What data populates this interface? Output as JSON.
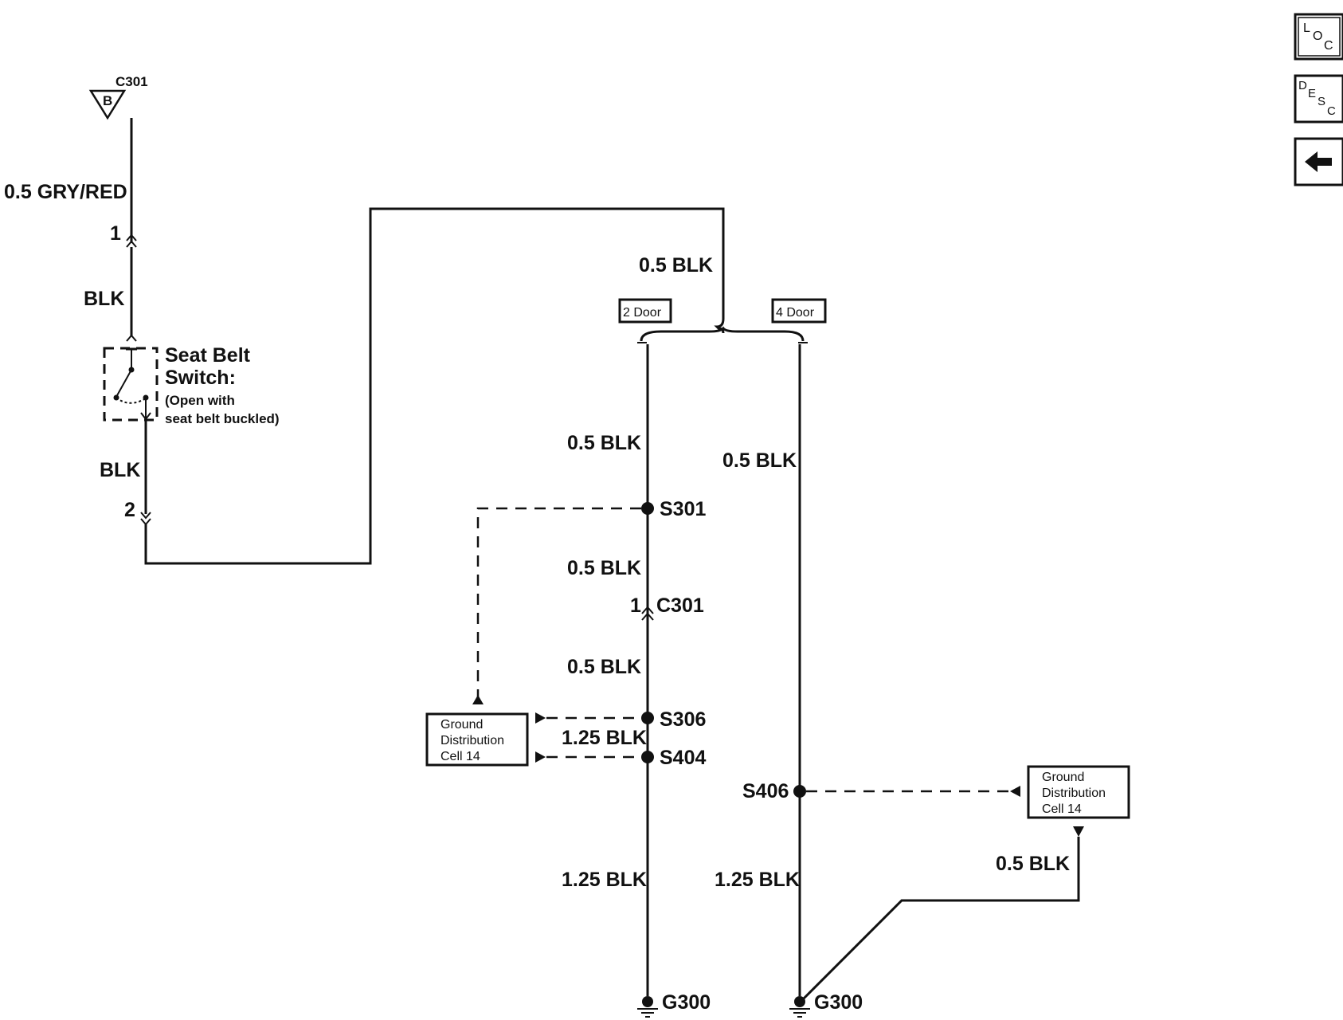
{
  "nav": {
    "loc": {
      "big": "L",
      "mid": "O",
      "low": "C"
    },
    "desc": {
      "big": "D",
      "mid": "E",
      "mid2": "S",
      "low": "C"
    },
    "back": "back-arrow-icon"
  },
  "labels": {
    "top_connector": "C301",
    "top_connector_pin": "B",
    "wire_gry_red": "0.5 GRY/RED",
    "pin1": "1",
    "blk1": "BLK",
    "seat_belt_1": "Seat Belt",
    "seat_belt_2": "Switch:",
    "seat_belt_note1": "(Open with",
    "seat_belt_note2": "seat belt buckled)",
    "blk2": "BLK",
    "pin2": "2",
    "top_blk": "0.5 BLK",
    "option_2door": "2 Door",
    "option_4door": "4 Door",
    "left_blk1": "0.5 BLK",
    "right_blk1": "0.5 BLK",
    "s301": "S301",
    "left_blk2": "0.5 BLK",
    "c301_pin": "1",
    "c301": "C301",
    "left_blk3": "0.5 BLK",
    "s306": "S306",
    "mid_125": "1.25 BLK",
    "s404": "S404",
    "s406": "S406",
    "left_125": "1.25 BLK",
    "right_125": "1.25 BLK",
    "far_blk": "0.5 BLK",
    "g300_left": "G300",
    "g300_right": "G300",
    "gd_left_1": "Ground",
    "gd_left_2": "Distribution",
    "gd_left_3": "Cell 14",
    "gd_right_1": "Ground",
    "gd_right_2": "Distribution",
    "gd_right_3": "Cell 14"
  }
}
